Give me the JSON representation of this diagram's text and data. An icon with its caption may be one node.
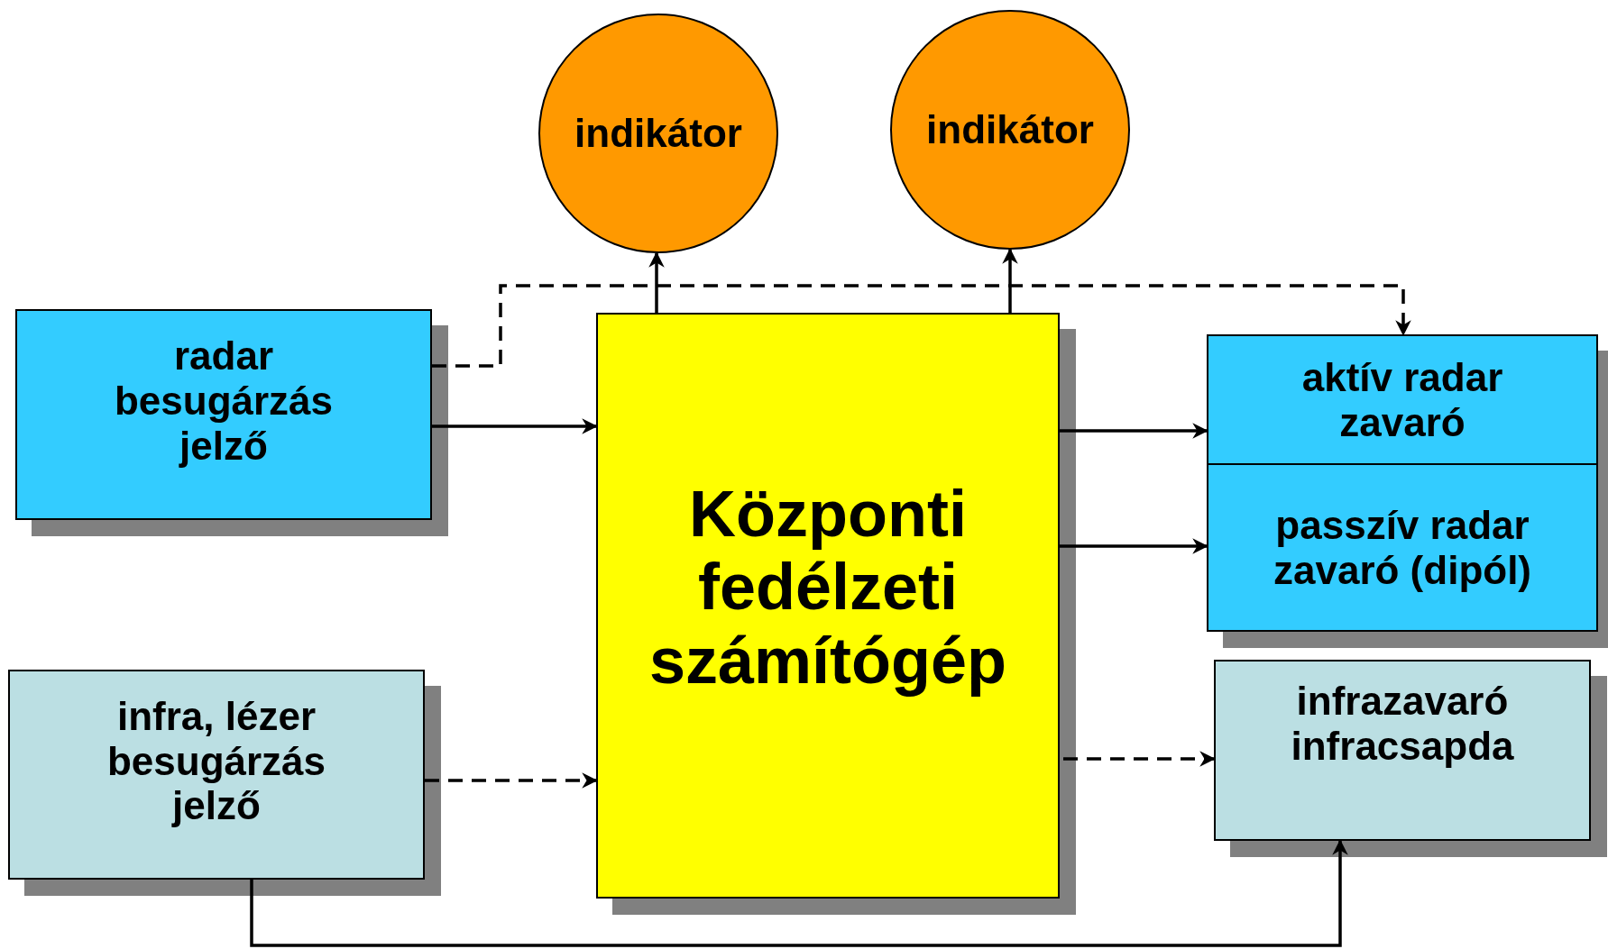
{
  "diagram": {
    "nodes": [
      {
        "text": [
          "radar besugárzás jelző"
        ]
      },
      {
        "text": [
          "infra, lézer besugárzás jelző"
        ]
      },
      {
        "text": [
          "Központi fedélzeti számítógép"
        ]
      },
      {
        "text": [
          "indikátor"
        ]
      },
      {
        "text": [
          "indikátor"
        ]
      },
      {
        "text": [
          "aktív radar zavaró"
        ]
      },
      {
        "text": [
          "passzív radar zavaró (dipól)"
        ]
      },
      {
        "text": [
          "infrazavaró infracsapda"
        ]
      }
    ],
    "edges": [
      {
        "from": 0,
        "to": 2,
        "arrow": "to"
      },
      {
        "from": 0,
        "to": 5,
        "arrow": "to",
        "style": "dashed"
      },
      {
        "from": 1,
        "to": 2,
        "arrow": "to",
        "style": "dashed"
      },
      {
        "from": 2,
        "to": 3,
        "arrow": "to"
      },
      {
        "from": 2,
        "to": 4,
        "arrow": "to"
      },
      {
        "from": 2,
        "to": 5,
        "arrow": "to"
      },
      {
        "from": 2,
        "to": 6,
        "arrow": "to"
      },
      {
        "from": 2,
        "to": 7,
        "arrow": "to",
        "style": "dashed"
      },
      {
        "from": 1,
        "to": 7,
        "arrow": "to"
      }
    ]
  }
}
